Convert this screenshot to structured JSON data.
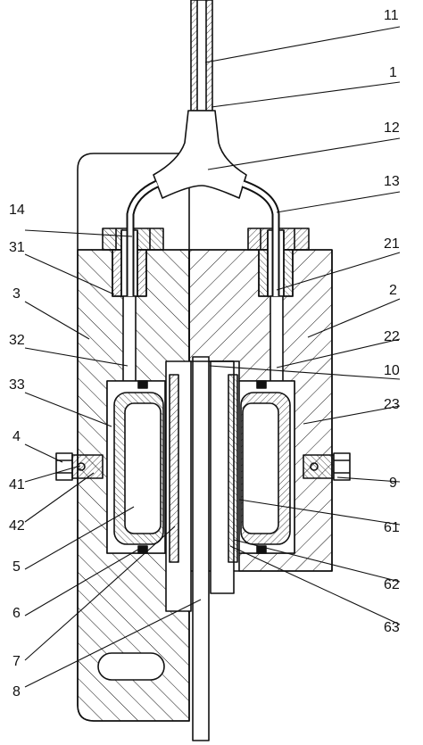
{
  "diagram": {
    "kind": "mechanical cross-section drawing",
    "stroke_color": "#111111",
    "background_color": "#ffffff",
    "callouts": [
      {
        "id": "c11",
        "text": "11"
      },
      {
        "id": "c1",
        "text": "1"
      },
      {
        "id": "c12",
        "text": "12"
      },
      {
        "id": "c13",
        "text": "13"
      },
      {
        "id": "c14",
        "text": "14"
      },
      {
        "id": "c21",
        "text": "21"
      },
      {
        "id": "c31",
        "text": "31"
      },
      {
        "id": "c2",
        "text": "2"
      },
      {
        "id": "c3",
        "text": "3"
      },
      {
        "id": "c22",
        "text": "22"
      },
      {
        "id": "c32",
        "text": "32"
      },
      {
        "id": "c10",
        "text": "10"
      },
      {
        "id": "c33",
        "text": "33"
      },
      {
        "id": "c23",
        "text": "23"
      },
      {
        "id": "c4",
        "text": "4"
      },
      {
        "id": "c9",
        "text": "9"
      },
      {
        "id": "c41",
        "text": "41"
      },
      {
        "id": "c42",
        "text": "42"
      },
      {
        "id": "c61",
        "text": "61"
      },
      {
        "id": "c5",
        "text": "5"
      },
      {
        "id": "c62",
        "text": "62"
      },
      {
        "id": "c6",
        "text": "6"
      },
      {
        "id": "c63",
        "text": "63"
      },
      {
        "id": "c7",
        "text": "7"
      },
      {
        "id": "c8",
        "text": "8"
      }
    ]
  }
}
